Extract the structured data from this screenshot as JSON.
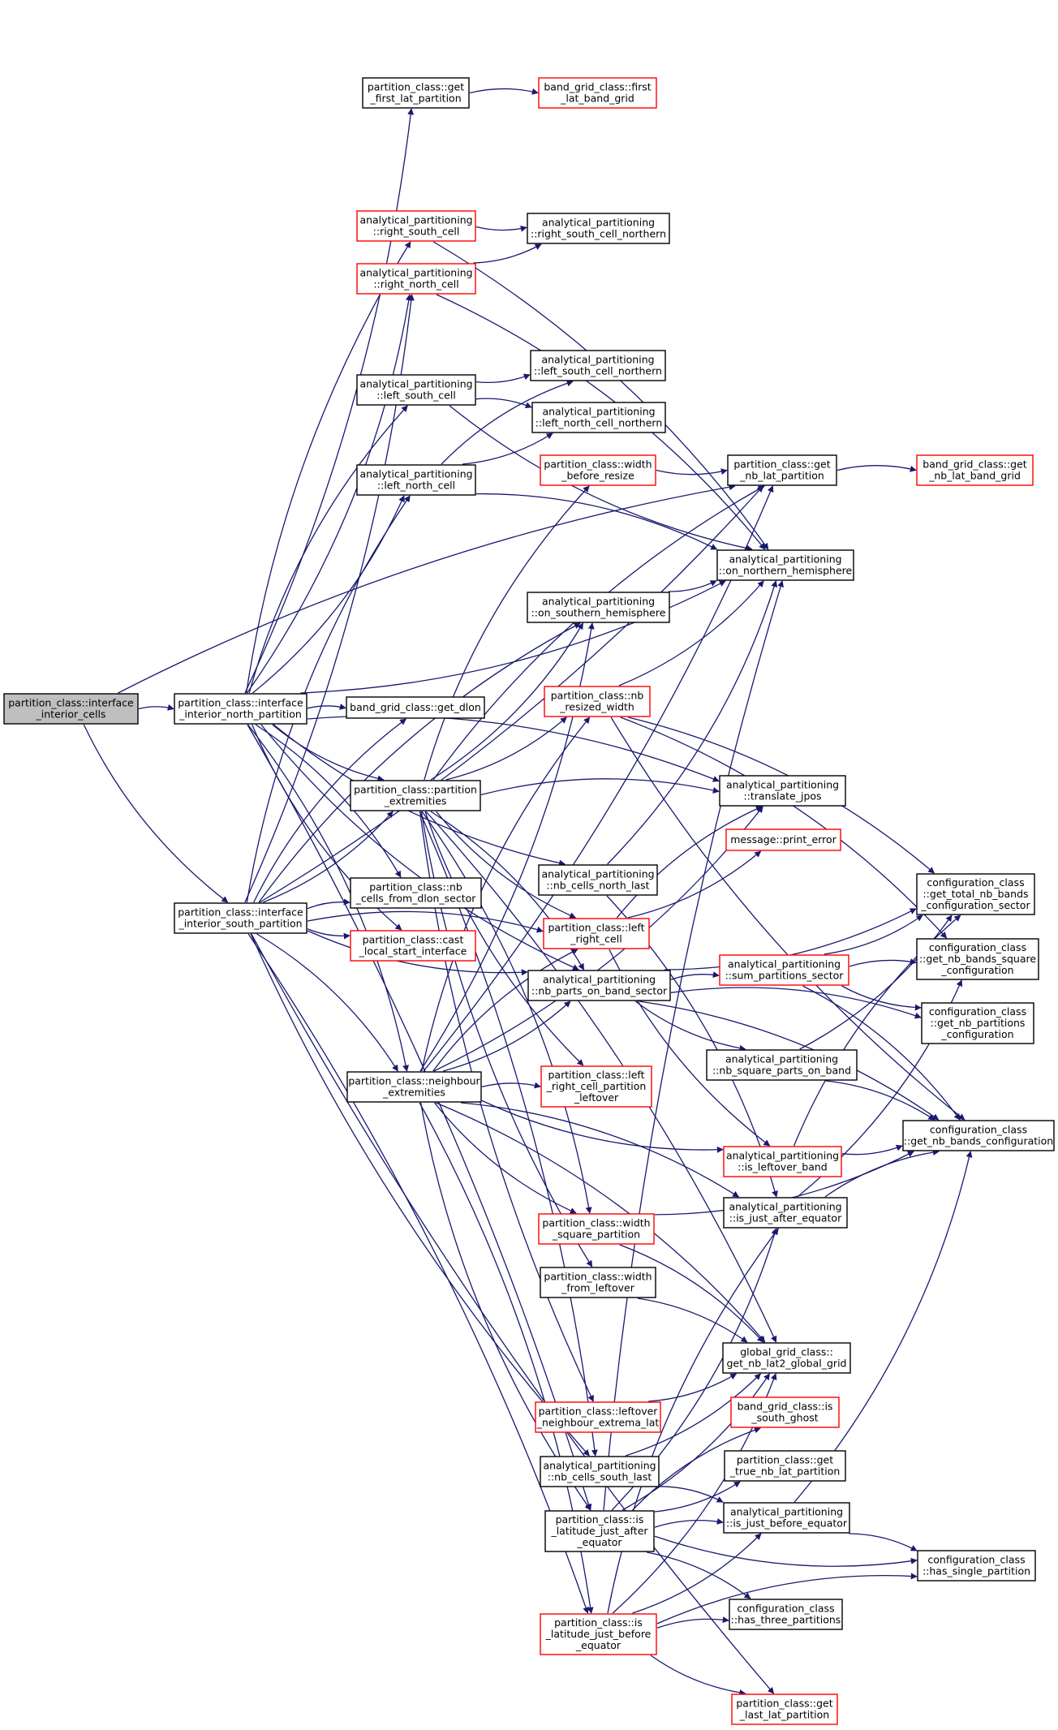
{
  "colors": {
    "edge": "#191970",
    "red_border": "#ff0000",
    "black_border": "#000000",
    "root_fill": "#bfbfbf",
    "node_fill": "#ffffff"
  },
  "nodes": [
    {
      "id": "root",
      "style": "root",
      "lines": [
        "partition_class::interface",
        "_interior_cells"
      ]
    },
    {
      "id": "north",
      "style": "black",
      "lines": [
        "partition_class::interface",
        "_interior_north_partition"
      ]
    },
    {
      "id": "south",
      "style": "black",
      "lines": [
        "partition_class::interface",
        "_interior_south_partition"
      ]
    },
    {
      "id": "get_first",
      "style": "black",
      "lines": [
        "partition_class::get",
        "_first_lat_partition"
      ]
    },
    {
      "id": "first_lat_band",
      "style": "red",
      "lines": [
        "band_grid_class::first",
        "_lat_band_grid"
      ]
    },
    {
      "id": "right_south",
      "style": "red",
      "lines": [
        "analytical_partitioning",
        "::right_south_cell"
      ]
    },
    {
      "id": "right_south_n",
      "style": "black",
      "lines": [
        "analytical_partitioning",
        "::right_south_cell_northern"
      ]
    },
    {
      "id": "right_north",
      "style": "red",
      "lines": [
        "analytical_partitioning",
        "::right_north_cell"
      ]
    },
    {
      "id": "left_south",
      "style": "black",
      "lines": [
        "analytical_partitioning",
        "::left_south_cell"
      ]
    },
    {
      "id": "left_south_n",
      "style": "black",
      "lines": [
        "analytical_partitioning",
        "::left_south_cell_northern"
      ]
    },
    {
      "id": "left_north_n",
      "style": "black",
      "lines": [
        "analytical_partitioning",
        "::left_north_cell_northern"
      ]
    },
    {
      "id": "left_north",
      "style": "black",
      "lines": [
        "analytical_partitioning",
        "::left_north_cell"
      ]
    },
    {
      "id": "width_before",
      "style": "red",
      "lines": [
        "partition_class::width",
        "_before_resize"
      ]
    },
    {
      "id": "get_nb_lat",
      "style": "black",
      "lines": [
        "partition_class::get",
        "_nb_lat_partition"
      ]
    },
    {
      "id": "band_nb_lat",
      "style": "red",
      "lines": [
        "band_grid_class::get",
        "_nb_lat_band_grid"
      ]
    },
    {
      "id": "on_north",
      "style": "black",
      "lines": [
        "analytical_partitioning",
        "::on_northern_hemisphere"
      ]
    },
    {
      "id": "on_south",
      "style": "black",
      "lines": [
        "analytical_partitioning",
        "::on_southern_hemisphere"
      ]
    },
    {
      "id": "get_dlon",
      "style": "black",
      "lines": [
        "band_grid_class::get_dlon"
      ]
    },
    {
      "id": "nb_resized",
      "style": "red",
      "lines": [
        "partition_class::nb",
        "_resized_width"
      ]
    },
    {
      "id": "part_extr",
      "style": "black",
      "lines": [
        "partition_class::partition",
        "_extremities"
      ]
    },
    {
      "id": "translate",
      "style": "black",
      "lines": [
        "analytical_partitioning",
        "::translate_jpos"
      ]
    },
    {
      "id": "print_error",
      "style": "red",
      "lines": [
        "message::print_error"
      ]
    },
    {
      "id": "nb_cells_north_last",
      "style": "black",
      "lines": [
        "analytical_partitioning",
        "::nb_cells_north_last"
      ]
    },
    {
      "id": "nb_cells_dlon",
      "style": "black",
      "lines": [
        "partition_class::nb",
        "_cells_from_dlon_sector"
      ]
    },
    {
      "id": "left_right",
      "style": "red",
      "lines": [
        "partition_class::left",
        "_right_cell"
      ]
    },
    {
      "id": "cast_local",
      "style": "red",
      "lines": [
        "partition_class::cast",
        "_local_start_interface"
      ]
    },
    {
      "id": "nb_parts_band",
      "style": "black",
      "lines": [
        "analytical_partitioning",
        "::nb_parts_on_band_sector"
      ]
    },
    {
      "id": "sum_part",
      "style": "red",
      "lines": [
        "analytical_partitioning",
        "::sum_partitions_sector"
      ]
    },
    {
      "id": "cfg_total",
      "style": "black",
      "lines": [
        "configuration_class",
        "::get_total_nb_bands",
        "_configuration_sector"
      ]
    },
    {
      "id": "cfg_square",
      "style": "black",
      "lines": [
        "configuration_class",
        "::get_nb_bands_square",
        "_configuration"
      ]
    },
    {
      "id": "cfg_parts",
      "style": "black",
      "lines": [
        "configuration_class",
        "::get_nb_partitions",
        "_configuration"
      ]
    },
    {
      "id": "nb_square",
      "style": "black",
      "lines": [
        "analytical_partitioning",
        "::nb_square_parts_on_band"
      ]
    },
    {
      "id": "neigh_extr",
      "style": "black",
      "lines": [
        "partition_class::neighbour",
        "_extremities"
      ]
    },
    {
      "id": "left_right_leftover",
      "style": "red",
      "lines": [
        "partition_class::left",
        "_right_cell_partition",
        "_leftover"
      ]
    },
    {
      "id": "cfg_nb_bands",
      "style": "black",
      "lines": [
        "configuration_class",
        "::get_nb_bands_configuration"
      ]
    },
    {
      "id": "is_leftover",
      "style": "red",
      "lines": [
        "analytical_partitioning",
        "::is_leftover_band"
      ]
    },
    {
      "id": "is_just_after",
      "style": "black",
      "lines": [
        "analytical_partitioning",
        "::is_just_after_equator"
      ]
    },
    {
      "id": "width_square",
      "style": "red",
      "lines": [
        "partition_class::width",
        "_square_partition"
      ]
    },
    {
      "id": "width_leftover",
      "style": "black",
      "lines": [
        "partition_class::width",
        "_from_leftover"
      ]
    },
    {
      "id": "global_grid",
      "style": "black",
      "lines": [
        "global_grid_class::",
        "get_nb_lat2_global_grid"
      ]
    },
    {
      "id": "leftover_neigh",
      "style": "red",
      "lines": [
        "partition_class::leftover",
        "_neighbour_extrema_lat"
      ]
    },
    {
      "id": "south_ghost",
      "style": "red",
      "lines": [
        "band_grid_class::is",
        "_south_ghost"
      ]
    },
    {
      "id": "nb_cells_south_last",
      "style": "black",
      "lines": [
        "analytical_partitioning",
        "::nb_cells_south_last"
      ]
    },
    {
      "id": "get_true_nb",
      "style": "black",
      "lines": [
        "partition_class::get",
        "_true_nb_lat_partition"
      ]
    },
    {
      "id": "is_lat_after",
      "style": "black",
      "lines": [
        "partition_class::is",
        "_latitude_just_after",
        "_equator"
      ]
    },
    {
      "id": "is_just_before",
      "style": "black",
      "lines": [
        "analytical_partitioning",
        "::is_just_before_equator"
      ]
    },
    {
      "id": "has_single",
      "style": "black",
      "lines": [
        "configuration_class",
        "::has_single_partition"
      ]
    },
    {
      "id": "has_three",
      "style": "black",
      "lines": [
        "configuration_class",
        "::has_three_partitions"
      ]
    },
    {
      "id": "is_lat_before",
      "style": "red",
      "lines": [
        "partition_class::is",
        "_latitude_just_before",
        "_equator"
      ]
    },
    {
      "id": "get_last",
      "style": "red",
      "lines": [
        "partition_class::get",
        "_last_lat_partition"
      ]
    }
  ],
  "edges": [
    [
      "root",
      "north"
    ],
    [
      "root",
      "south"
    ],
    [
      "root",
      "get_nb_lat"
    ],
    [
      "north",
      "get_first"
    ],
    [
      "north",
      "right_south"
    ],
    [
      "north",
      "right_north"
    ],
    [
      "north",
      "left_south"
    ],
    [
      "north",
      "left_north"
    ],
    [
      "north",
      "get_dlon"
    ],
    [
      "north",
      "part_extr"
    ],
    [
      "north",
      "translate"
    ],
    [
      "north",
      "nb_cells_north_last"
    ],
    [
      "north",
      "nb_cells_dlon"
    ],
    [
      "north",
      "cast_local"
    ],
    [
      "north",
      "neigh_extr"
    ],
    [
      "north",
      "on_north"
    ],
    [
      "north",
      "is_lat_after"
    ],
    [
      "north",
      "nb_parts_band"
    ],
    [
      "south",
      "left_north"
    ],
    [
      "south",
      "right_north"
    ],
    [
      "south",
      "get_dlon"
    ],
    [
      "south",
      "part_extr"
    ],
    [
      "south",
      "nb_cells_dlon"
    ],
    [
      "south",
      "cast_local"
    ],
    [
      "south",
      "neigh_extr"
    ],
    [
      "south",
      "nb_parts_band"
    ],
    [
      "south",
      "left_right"
    ],
    [
      "south",
      "nb_cells_south_last"
    ],
    [
      "south",
      "is_lat_before"
    ],
    [
      "south",
      "get_last"
    ],
    [
      "south",
      "on_south"
    ],
    [
      "south",
      "get_nb_lat"
    ],
    [
      "get_first",
      "first_lat_band"
    ],
    [
      "right_south",
      "right_south_n"
    ],
    [
      "right_south",
      "on_north"
    ],
    [
      "right_north",
      "right_south_n"
    ],
    [
      "right_north",
      "on_north"
    ],
    [
      "left_south",
      "left_south_n"
    ],
    [
      "left_south",
      "left_north_n"
    ],
    [
      "left_south",
      "on_north"
    ],
    [
      "left_north",
      "left_south_n"
    ],
    [
      "left_north",
      "left_north_n"
    ],
    [
      "left_north",
      "on_north"
    ],
    [
      "width_before",
      "get_nb_lat"
    ],
    [
      "get_nb_lat",
      "band_nb_lat"
    ],
    [
      "on_south",
      "on_north"
    ],
    [
      "part_extr",
      "width_before"
    ],
    [
      "part_extr",
      "on_south"
    ],
    [
      "part_extr",
      "get_nb_lat"
    ],
    [
      "part_extr",
      "nb_resized"
    ],
    [
      "part_extr",
      "translate"
    ],
    [
      "part_extr",
      "left_right"
    ],
    [
      "part_extr",
      "nb_parts_band"
    ],
    [
      "part_extr",
      "left_right_leftover"
    ],
    [
      "part_extr",
      "width_square"
    ],
    [
      "part_extr",
      "width_leftover"
    ],
    [
      "part_extr",
      "global_grid"
    ],
    [
      "part_extr",
      "leftover_neigh"
    ],
    [
      "part_extr",
      "nb_cells_south_last"
    ],
    [
      "nb_resized",
      "on_north"
    ],
    [
      "nb_resized",
      "cfg_total"
    ],
    [
      "nb_resized",
      "cfg_nb_bands"
    ],
    [
      "nb_resized",
      "cfg_square"
    ],
    [
      "nb_cells_north_last",
      "on_north"
    ],
    [
      "nb_cells_north_last",
      "is_just_after"
    ],
    [
      "left_right",
      "print_error"
    ],
    [
      "left_right",
      "translate"
    ],
    [
      "left_right",
      "is_leftover"
    ],
    [
      "nb_parts_band",
      "sum_part"
    ],
    [
      "nb_parts_band",
      "cfg_total"
    ],
    [
      "nb_parts_band",
      "cfg_parts"
    ],
    [
      "nb_parts_band",
      "nb_square"
    ],
    [
      "nb_parts_band",
      "cfg_nb_bands"
    ],
    [
      "sum_part",
      "cfg_total"
    ],
    [
      "sum_part",
      "cfg_square"
    ],
    [
      "sum_part",
      "cfg_parts"
    ],
    [
      "sum_part",
      "cfg_nb_bands"
    ],
    [
      "nb_square",
      "cfg_total"
    ],
    [
      "nb_square",
      "cfg_nb_bands"
    ],
    [
      "neigh_extr",
      "on_south"
    ],
    [
      "neigh_extr",
      "nb_resized"
    ],
    [
      "neigh_extr",
      "translate"
    ],
    [
      "neigh_extr",
      "left_right"
    ],
    [
      "neigh_extr",
      "nb_parts_band"
    ],
    [
      "neigh_extr",
      "left_right_leftover"
    ],
    [
      "neigh_extr",
      "is_leftover"
    ],
    [
      "neigh_extr",
      "is_just_after"
    ],
    [
      "neigh_extr",
      "width_square"
    ],
    [
      "neigh_extr",
      "global_grid"
    ],
    [
      "neigh_extr",
      "is_lat_after"
    ],
    [
      "neigh_extr",
      "is_lat_before"
    ],
    [
      "neigh_extr",
      "get_nb_lat"
    ],
    [
      "is_leftover",
      "cfg_total"
    ],
    [
      "is_leftover",
      "cfg_nb_bands"
    ],
    [
      "is_just_after",
      "cfg_nb_bands"
    ],
    [
      "is_just_after",
      "cfg_square"
    ],
    [
      "width_square",
      "global_grid"
    ],
    [
      "width_square",
      "cfg_nb_bands"
    ],
    [
      "width_leftover",
      "global_grid"
    ],
    [
      "leftover_neigh",
      "global_grid"
    ],
    [
      "nb_cells_south_last",
      "is_just_before"
    ],
    [
      "nb_cells_south_last",
      "global_grid"
    ],
    [
      "is_lat_after",
      "south_ghost"
    ],
    [
      "is_lat_after",
      "get_true_nb"
    ],
    [
      "is_lat_after",
      "is_just_before"
    ],
    [
      "is_lat_after",
      "has_single"
    ],
    [
      "is_lat_after",
      "has_three"
    ],
    [
      "is_lat_after",
      "global_grid"
    ],
    [
      "is_lat_after",
      "on_north"
    ],
    [
      "is_lat_after",
      "is_just_after"
    ],
    [
      "is_just_before",
      "has_single"
    ],
    [
      "is_just_before",
      "cfg_nb_bands"
    ],
    [
      "is_lat_before",
      "has_three"
    ],
    [
      "is_lat_before",
      "get_last"
    ],
    [
      "is_lat_before",
      "has_single"
    ],
    [
      "is_lat_before",
      "is_just_before"
    ],
    [
      "is_lat_before",
      "is_just_after"
    ],
    [
      "is_lat_before",
      "global_grid"
    ]
  ]
}
